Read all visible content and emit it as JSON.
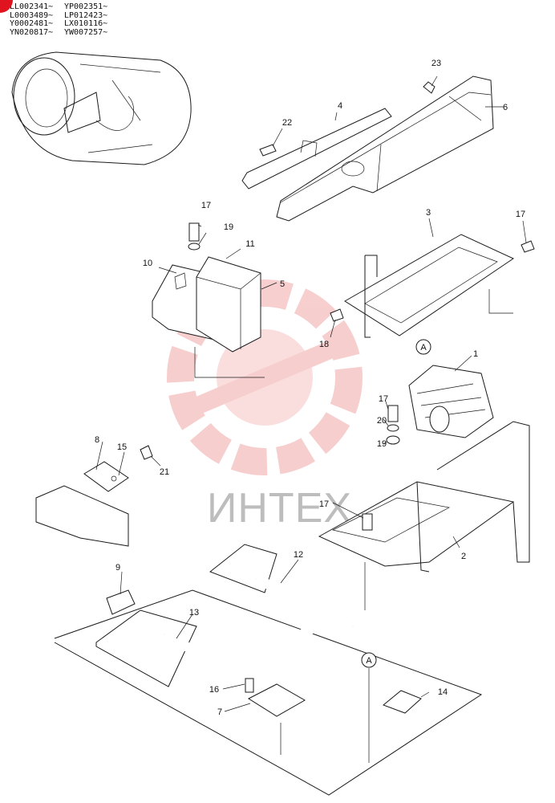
{
  "serial_ranges": [
    [
      "LL002341~",
      "YP002351~"
    ],
    [
      "L0003489~",
      "LP012423~"
    ],
    [
      "Y0002481~",
      "LX010116~"
    ],
    [
      "YN020817~",
      "YW007257~"
    ]
  ],
  "watermark": "ИНТЕХ",
  "colors": {
    "line": "#1a1a1a",
    "watermark_text": "#bdbdbd",
    "watermark_logo": "#f2a7a7",
    "corner_mark": "#e0141e"
  },
  "callouts": [
    {
      "id": "c1",
      "label": "1"
    },
    {
      "id": "c2",
      "label": "2"
    },
    {
      "id": "c3",
      "label": "3"
    },
    {
      "id": "c4",
      "label": "4"
    },
    {
      "id": "c5",
      "label": "5"
    },
    {
      "id": "c6",
      "label": "6"
    },
    {
      "id": "c7",
      "label": "7"
    },
    {
      "id": "c8",
      "label": "8"
    },
    {
      "id": "c9",
      "label": "9"
    },
    {
      "id": "c10",
      "label": "10"
    },
    {
      "id": "c11",
      "label": "11"
    },
    {
      "id": "c12",
      "label": "12"
    },
    {
      "id": "c13",
      "label": "13"
    },
    {
      "id": "c14",
      "label": "14"
    },
    {
      "id": "c15",
      "label": "15"
    },
    {
      "id": "c16",
      "label": "16"
    },
    {
      "id": "c17a",
      "label": "17"
    },
    {
      "id": "c17b",
      "label": "17"
    },
    {
      "id": "c17c",
      "label": "17"
    },
    {
      "id": "c17d",
      "label": "17"
    },
    {
      "id": "c18",
      "label": "18"
    },
    {
      "id": "c19a",
      "label": "19"
    },
    {
      "id": "c19b",
      "label": "19"
    },
    {
      "id": "c20",
      "label": "20"
    },
    {
      "id": "c21",
      "label": "21"
    },
    {
      "id": "c22",
      "label": "22"
    },
    {
      "id": "c23",
      "label": "23"
    }
  ],
  "connection_markers": [
    {
      "id": "ma",
      "label": "A"
    },
    {
      "id": "mb",
      "label": "A"
    }
  ]
}
